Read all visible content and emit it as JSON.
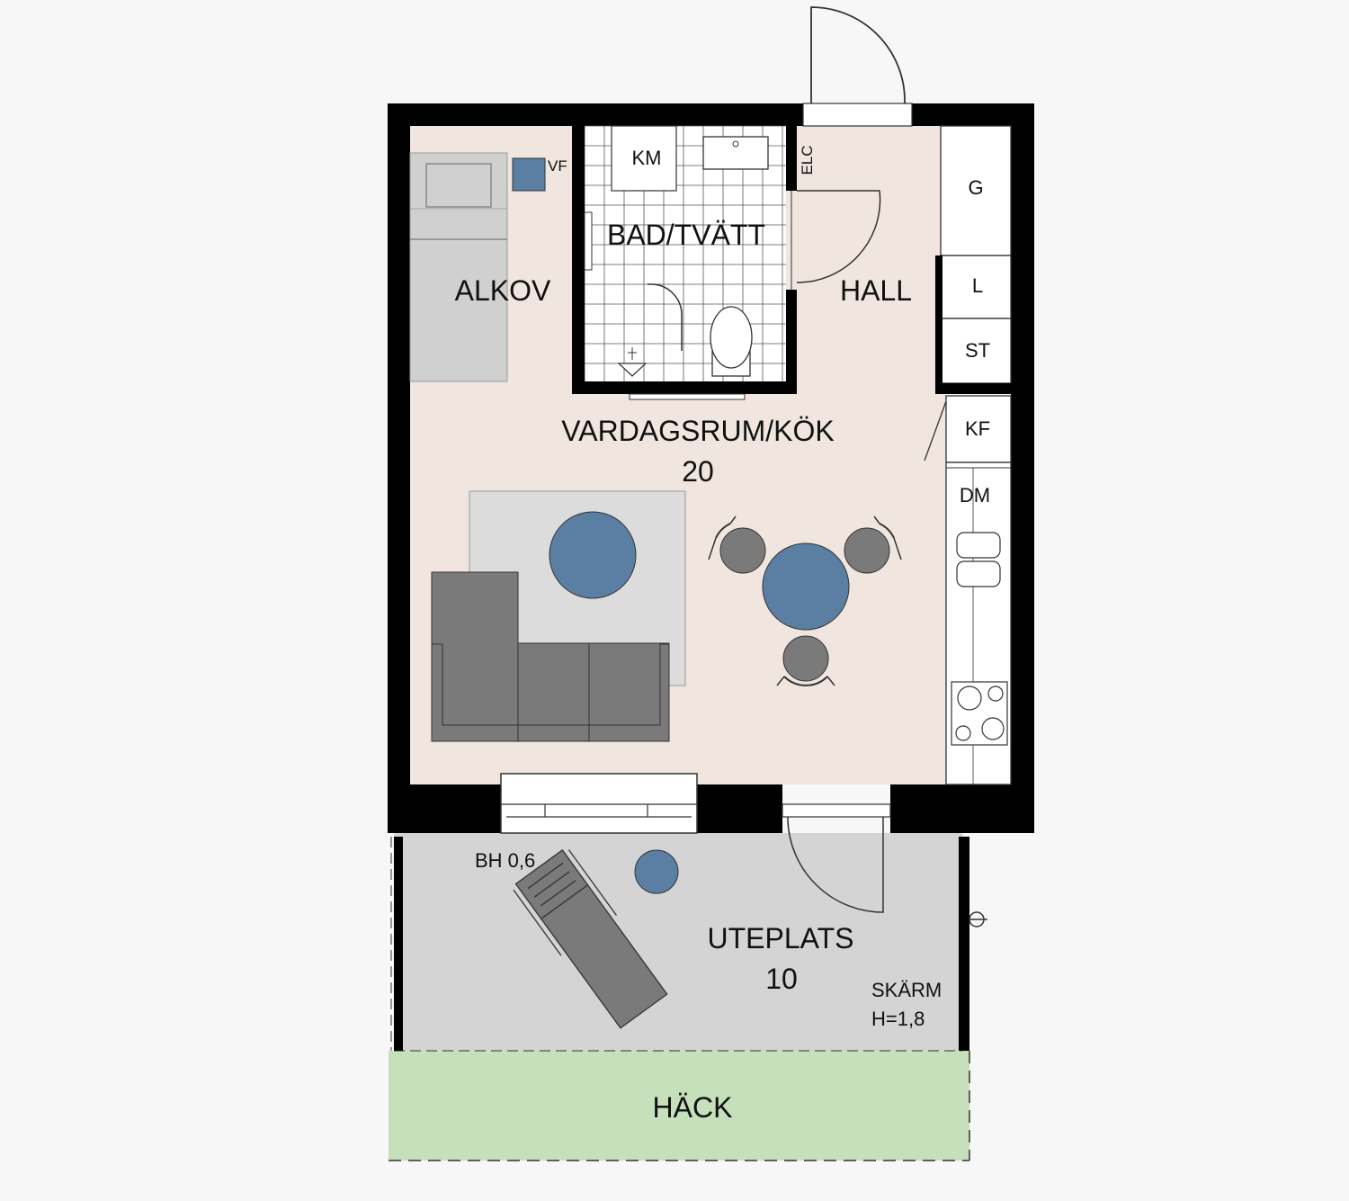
{
  "colors": {
    "background": "#f7f7f7",
    "wall": "#000000",
    "floor": "#f0e6df",
    "patio": "#d4d4d4",
    "hedge": "#c5e0bb",
    "furniture": "#7a7a7a",
    "rug": "#dcdcdc",
    "accent_blue": "#5a7fa3",
    "bed": "#d0d0d0"
  },
  "rooms": {
    "alkov": "ALKOV",
    "bad_tvatt": "BAD/TVÄTT",
    "hall": "HALL",
    "vardagsrum_kok": "VARDAGSRUM/KÖK",
    "vardagsrum_kok_area": "20",
    "uteplats": "UTEPLATS",
    "uteplats_area": "10",
    "hack": "HÄCK"
  },
  "fixtures": {
    "km": "KM",
    "vf": "VF",
    "elc": "ELC",
    "g": "G",
    "l": "L",
    "st": "ST",
    "kf": "KF",
    "dm": "DM"
  },
  "notes": {
    "bh": "BH 0,6",
    "skarm": "SKÄRM",
    "skarm_height": "H=1,8"
  },
  "icons": [
    "door-swing-icon",
    "floor-drain-icon",
    "stove-icon",
    "sink-icon",
    "toilet-icon",
    "wall-lamp-icon"
  ]
}
